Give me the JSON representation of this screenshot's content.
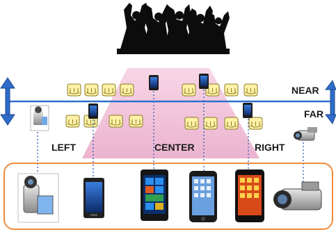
{
  "labels": {
    "near": "NEAR",
    "far": "FAR",
    "left": "LEFT",
    "center": "CENTER",
    "right": "RIGHT"
  },
  "icons": {
    "crowd": "dancing-crowd-silhouette-icon",
    "seat": "audience-seat-icon",
    "arrow": "double-headed-vertical-arrow-icon",
    "phone": "smartphone-icon",
    "camcorder": "camcorder-icon"
  },
  "colors": {
    "stage_zone": "#f3c6dd",
    "axis_line": "#2e6fd0",
    "connector": "#3a66b8",
    "devices_box": "#f08a3c",
    "seat_fill": "#fff2a8"
  }
}
